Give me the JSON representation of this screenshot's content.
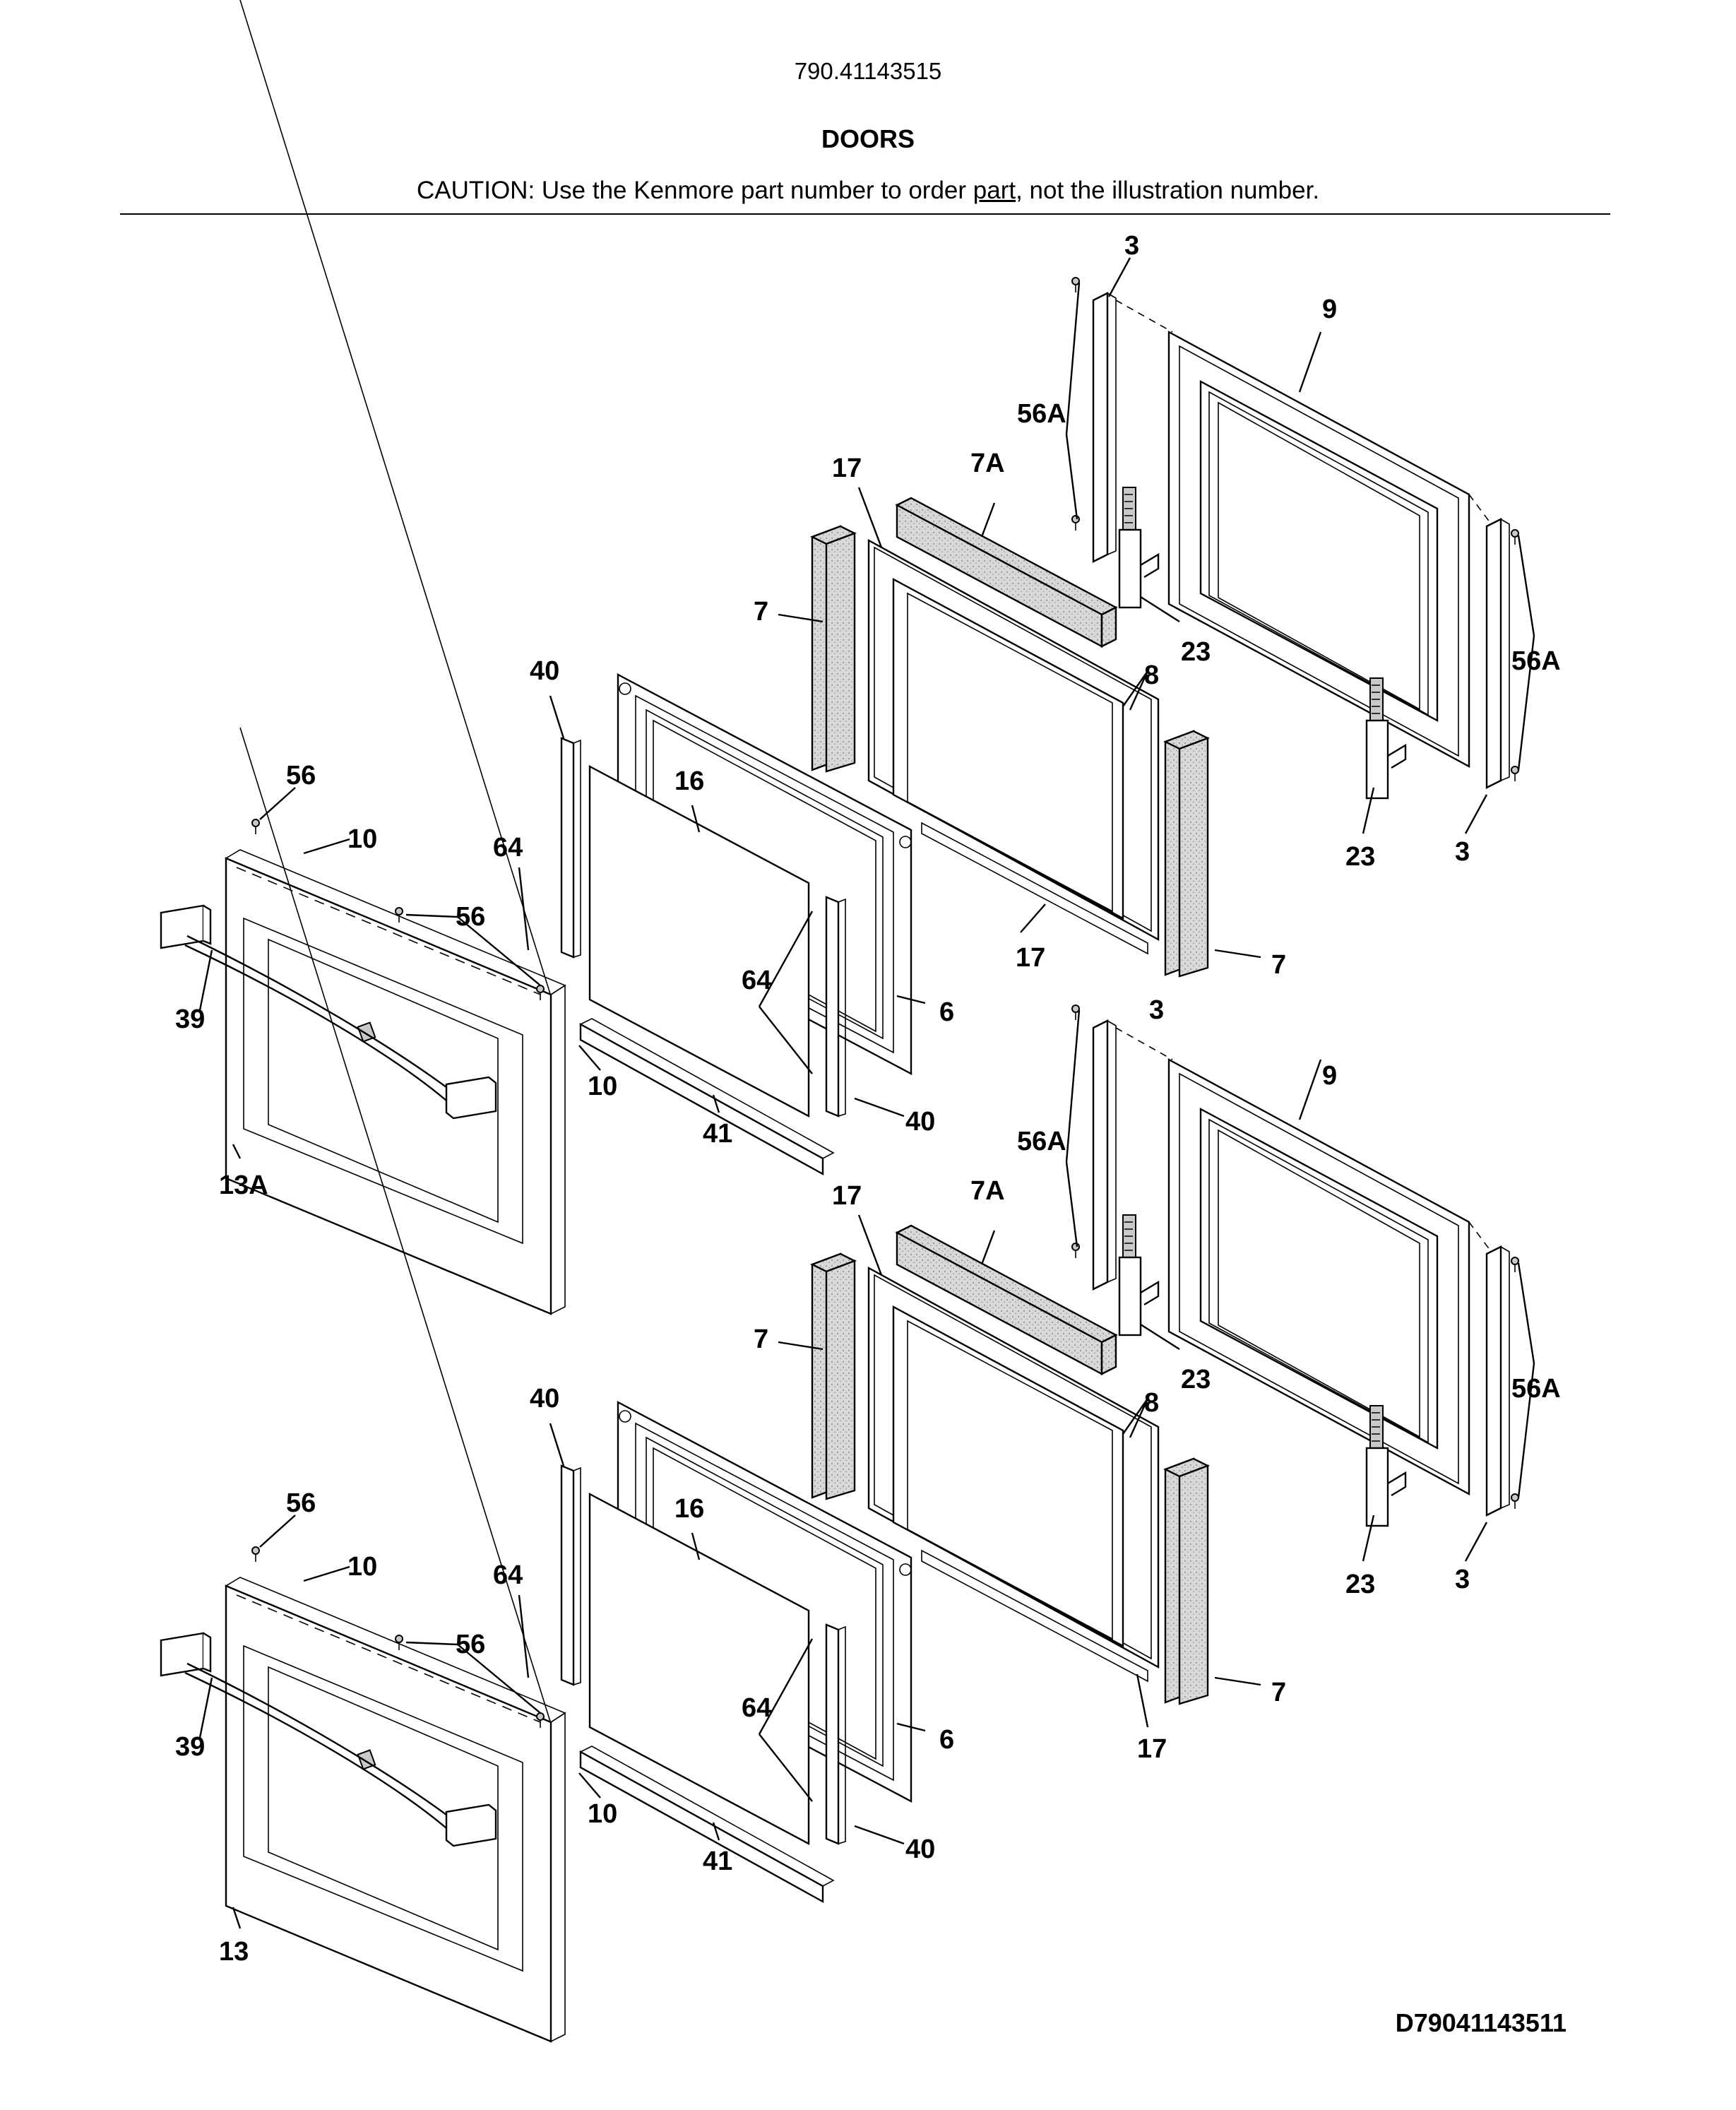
{
  "header": {
    "model_number": "790.41143515",
    "section_title": "DOORS",
    "caution_prefix": "CAUTION: Use the Kenmore part number to order ",
    "caution_link": "part",
    "caution_suffix": ", not the illustration number."
  },
  "footer": {
    "diagram_id": "D79041143511"
  },
  "callouts": {
    "c3": "3",
    "c6": "6",
    "c7": "7",
    "c7a": "7A",
    "c8": "8",
    "c9": "9",
    "c10": "10",
    "c13": "13",
    "c13a": "13A",
    "c16": "16",
    "c17": "17",
    "c23": "23",
    "c39": "39",
    "c40": "40",
    "c41": "41",
    "c56": "56",
    "c56a": "56A",
    "c64": "64"
  }
}
